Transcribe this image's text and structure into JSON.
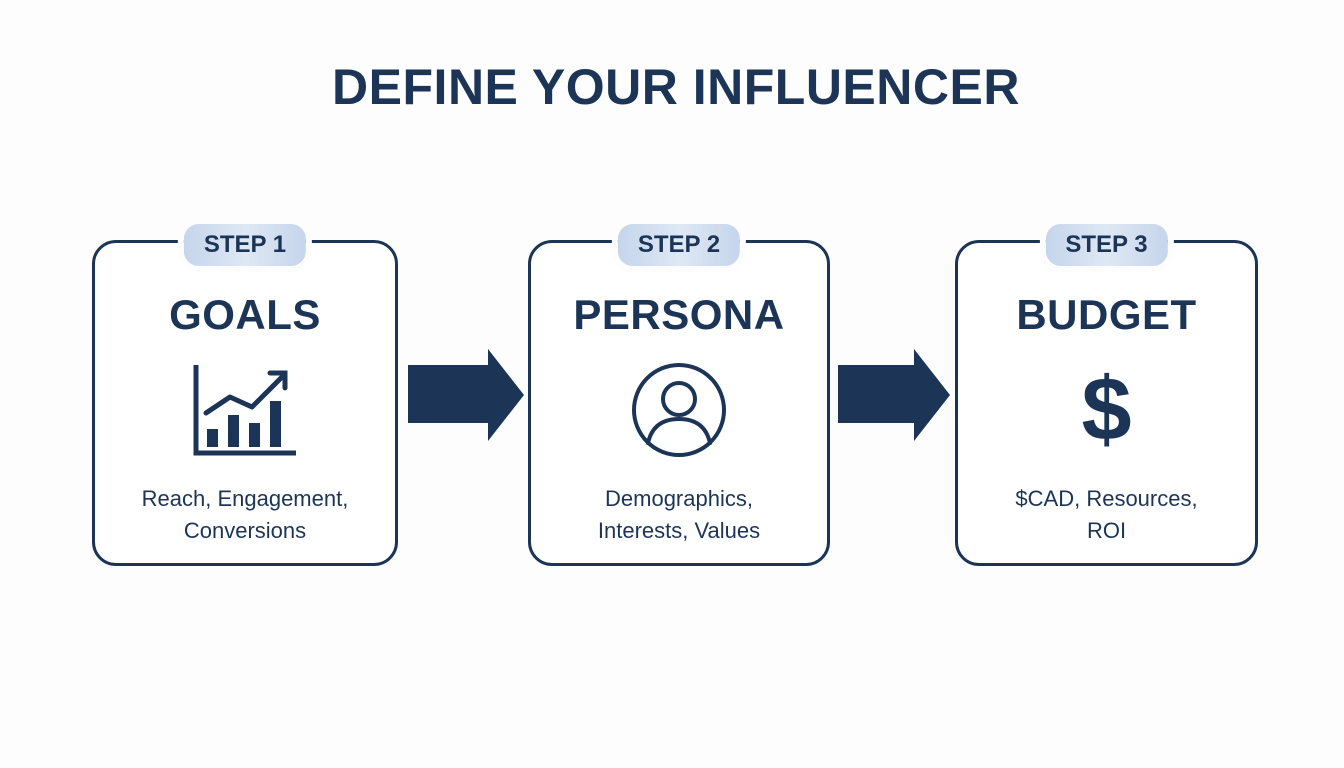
{
  "title": "DEFINE YOUR INFLUENCER",
  "steps": [
    {
      "badge": "STEP 1",
      "heading": "GOALS",
      "icon": "bar-chart-trend-icon",
      "description_lines": [
        "Reach, Engagement,",
        "Conversions"
      ]
    },
    {
      "badge": "STEP 2",
      "heading": "PERSONA",
      "icon": "user-circle-icon",
      "description_lines": [
        "Demographics,",
        "Interests, Values"
      ]
    },
    {
      "badge": "STEP 3",
      "heading": "BUDGET",
      "icon": "dollar-icon",
      "icon_glyph": "$",
      "description_lines": [
        "$CAD, Resources,",
        "ROI"
      ]
    }
  ],
  "colors": {
    "primary": "#1c3557",
    "badge_fill": "#d3dff0",
    "background": "#fdfdfd"
  }
}
